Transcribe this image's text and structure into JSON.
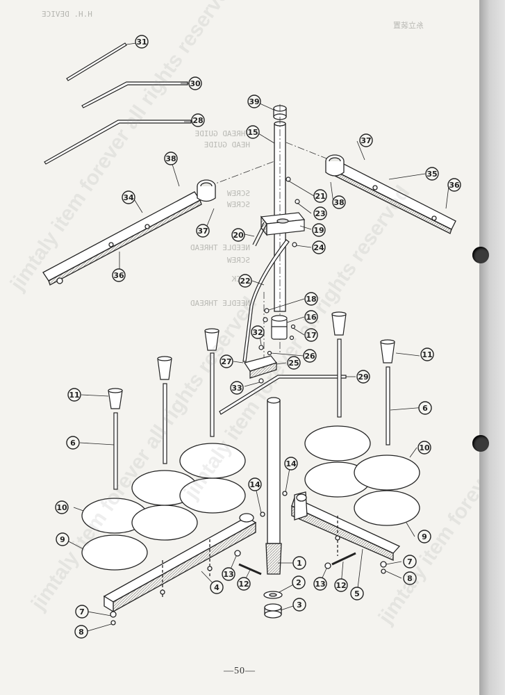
{
  "page": {
    "number": "—50—",
    "watermark": "jimtaly item forever all rights reserved",
    "mirrored_header": "H.H. DEVICE",
    "mirrored_header_right": "糸立装置",
    "ghost_lines": [
      "THREAD GUIDE",
      "HEAD GUIDE",
      "SCREW",
      "SCREW",
      "NEEDLE THREAD",
      "SCREW",
      "WICK",
      "NEEDLE THREAD"
    ]
  },
  "callouts": [
    {
      "id": "1",
      "label": "1"
    },
    {
      "id": "2",
      "label": "2"
    },
    {
      "id": "3",
      "label": "3"
    },
    {
      "id": "4",
      "label": "4"
    },
    {
      "id": "5",
      "label": "5"
    },
    {
      "id": "6a",
      "label": "6"
    },
    {
      "id": "6b",
      "label": "6"
    },
    {
      "id": "7a",
      "label": "7"
    },
    {
      "id": "7b",
      "label": "7"
    },
    {
      "id": "8a",
      "label": "8"
    },
    {
      "id": "8b",
      "label": "8"
    },
    {
      "id": "9a",
      "label": "9"
    },
    {
      "id": "9b",
      "label": "9"
    },
    {
      "id": "10a",
      "label": "10"
    },
    {
      "id": "10b",
      "label": "10"
    },
    {
      "id": "11a",
      "label": "11"
    },
    {
      "id": "11b",
      "label": "11"
    },
    {
      "id": "12a",
      "label": "12"
    },
    {
      "id": "12b",
      "label": "12"
    },
    {
      "id": "13a",
      "label": "13"
    },
    {
      "id": "13b",
      "label": "13"
    },
    {
      "id": "14a",
      "label": "14"
    },
    {
      "id": "14b",
      "label": "14"
    },
    {
      "id": "15",
      "label": "15"
    },
    {
      "id": "16",
      "label": "16"
    },
    {
      "id": "17",
      "label": "17"
    },
    {
      "id": "18",
      "label": "18"
    },
    {
      "id": "19",
      "label": "19"
    },
    {
      "id": "20",
      "label": "20"
    },
    {
      "id": "21",
      "label": "21"
    },
    {
      "id": "22",
      "label": "22"
    },
    {
      "id": "23",
      "label": "23"
    },
    {
      "id": "24",
      "label": "24"
    },
    {
      "id": "25",
      "label": "25"
    },
    {
      "id": "26",
      "label": "26"
    },
    {
      "id": "27",
      "label": "27"
    },
    {
      "id": "28",
      "label": "28"
    },
    {
      "id": "29",
      "label": "29"
    },
    {
      "id": "30",
      "label": "30"
    },
    {
      "id": "31",
      "label": "31"
    },
    {
      "id": "32",
      "label": "32"
    },
    {
      "id": "33",
      "label": "33"
    },
    {
      "id": "34",
      "label": "34"
    },
    {
      "id": "35",
      "label": "35"
    },
    {
      "id": "36a",
      "label": "36"
    },
    {
      "id": "36b",
      "label": "36"
    },
    {
      "id": "37a",
      "label": "37"
    },
    {
      "id": "37b",
      "label": "37"
    },
    {
      "id": "38a",
      "label": "38"
    },
    {
      "id": "38b",
      "label": "38"
    },
    {
      "id": "39",
      "label": "39"
    }
  ]
}
